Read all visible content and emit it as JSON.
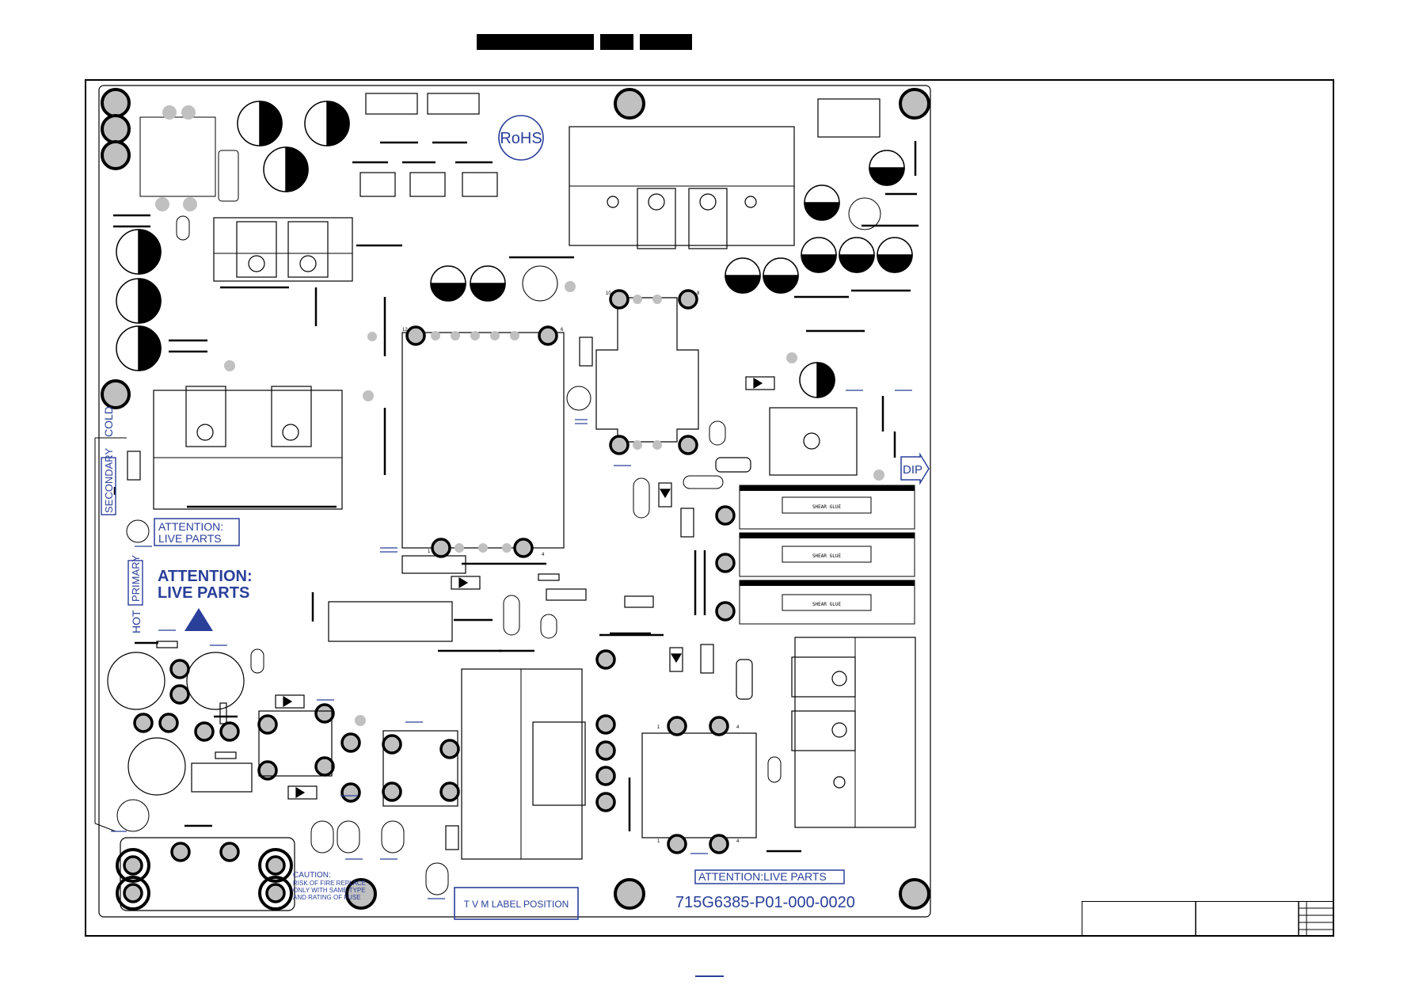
{
  "header": {
    "blocks": [
      "black-bar-1",
      "black-bar-2",
      "black-bar-3"
    ]
  },
  "board": {
    "part_number": "715G6385-P01-000-0020",
    "rohs": "RoHS",
    "attention_1": [
      "ATTENTION:",
      "LIVE PARTS"
    ],
    "attention_2": [
      "ATTENTION:",
      "LIVE PARTS"
    ],
    "attention_3": "ATTENTION:LIVE PARTS",
    "secondary_label": "SECONDARY",
    "cold_label": "COLD",
    "primary_label": "PRIMARY",
    "hot_label": "HOT",
    "dip_label": "DIP",
    "label_position": "T V M LABEL POSITION",
    "caution_title": "CAUTION:",
    "caution_lines": [
      "RISK OF FIRE REPLACE",
      "ONLY WITH SAME TYPE",
      "AND RATING OF FUSE"
    ],
    "shear_glue_labels": [
      "SHEAR GLUE",
      "SHEAR GLUE",
      "SHEAR GLUE"
    ],
    "pin_labels": [
      "1",
      "4",
      "12",
      "6",
      "10",
      "8",
      "1",
      "4",
      "1",
      "4"
    ],
    "colors": {
      "ink_blue": "#2a3f9a",
      "pad_grey": "#c0c0c0",
      "ink_black": "#000000"
    }
  }
}
